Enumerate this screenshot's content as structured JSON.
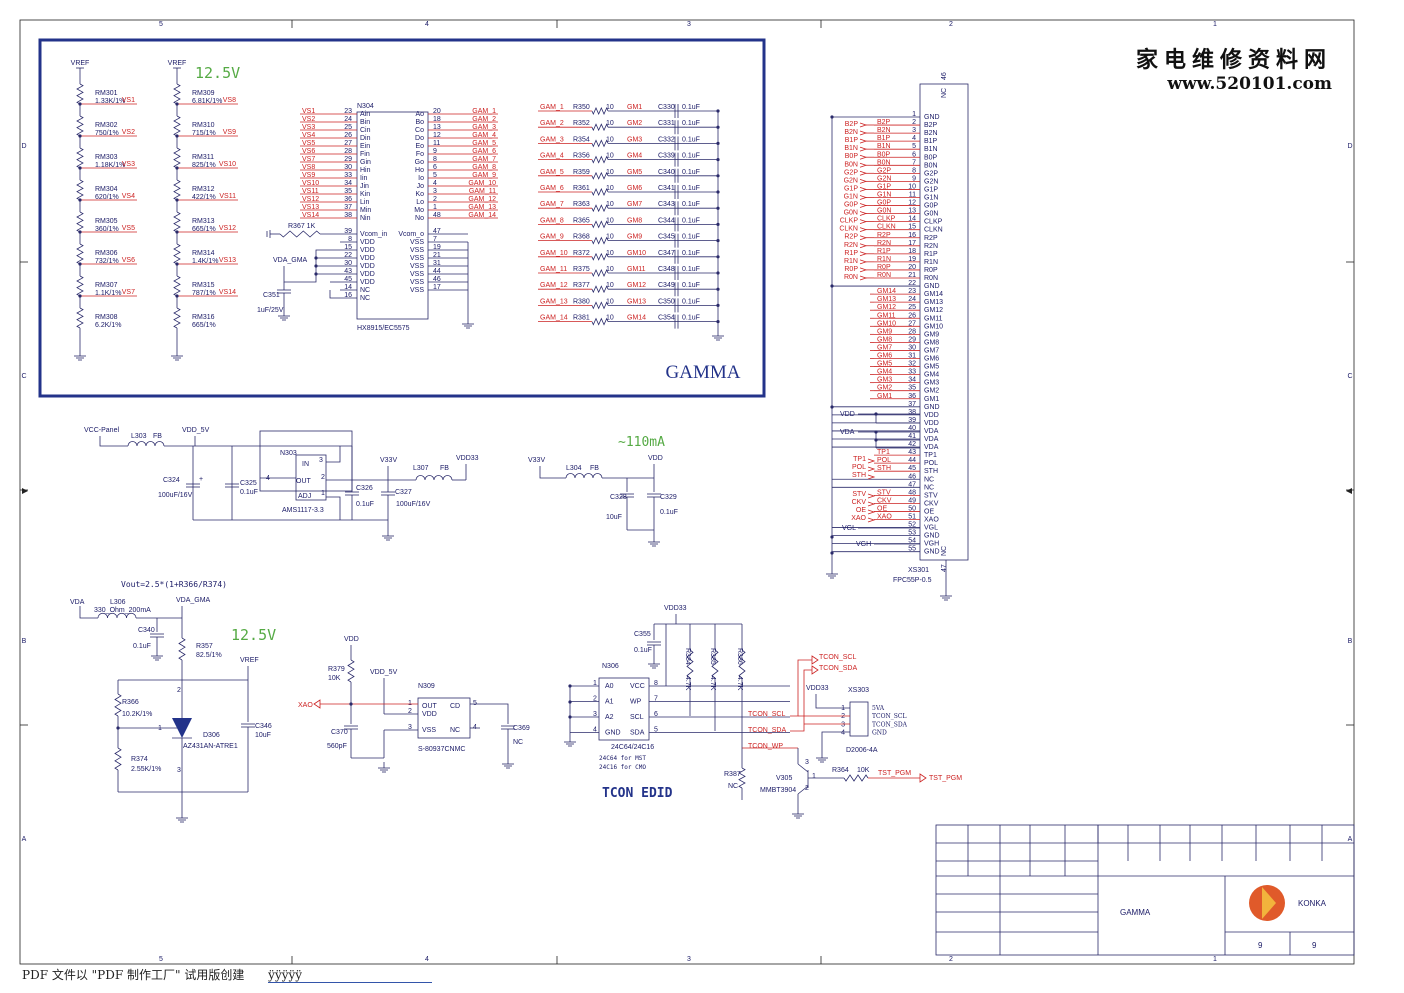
{
  "brand": {
    "cn": "家电维修资料网",
    "url": "www.520101.com"
  },
  "footer": {
    "text": "PDF 文件以 \"PDF 制作工厂\" 试用版创建",
    "link": "ÿÿÿÿÿ"
  },
  "frame": {
    "cols": [
      "5",
      "4",
      "3",
      "2",
      "1"
    ],
    "rows": [
      "D",
      "C",
      "B",
      "A"
    ]
  },
  "gamma_block": {
    "title": "GAMMA",
    "voltage": "12.5V",
    "vref": "VREF",
    "res_left": [
      {
        "ref": "RM301",
        "val": "1.33K/1%",
        "net": "VS1"
      },
      {
        "ref": "RM302",
        "val": "750/1%",
        "net": "VS2"
      },
      {
        "ref": "RM303",
        "val": "1.18K/1%",
        "net": "VS3"
      },
      {
        "ref": "RM304",
        "val": "620/1%",
        "net": "VS4"
      },
      {
        "ref": "RM305",
        "val": "360/1%",
        "net": "VS5"
      },
      {
        "ref": "RM306",
        "val": "732/1%",
        "net": "VS6"
      },
      {
        "ref": "RM307",
        "val": "1.1K/1%",
        "net": "VS7"
      },
      {
        "ref": "RM308",
        "val": "6.2K/1%",
        "net": ""
      }
    ],
    "res_right": [
      {
        "ref": "RM309",
        "val": "6.81K/1%",
        "net": "VS8"
      },
      {
        "ref": "RM310",
        "val": "715/1%",
        "net": "VS9"
      },
      {
        "ref": "RM311",
        "val": "825/1%",
        "net": "VS10"
      },
      {
        "ref": "RM312",
        "val": "422/1%",
        "net": "VS11"
      },
      {
        "ref": "RM313",
        "val": "665/1%",
        "net": "VS12"
      },
      {
        "ref": "RM314",
        "val": "1.4K/1%",
        "net": "VS13"
      },
      {
        "ref": "RM315",
        "val": "787/1%",
        "net": "VS14"
      },
      {
        "ref": "RM316",
        "val": "665/1%",
        "net": ""
      }
    ],
    "ic": {
      "ref": "N304",
      "part": "HX8915/EC5575",
      "left_nets": [
        "VS1",
        "VS2",
        "VS3",
        "VS4",
        "VS5",
        "VS6",
        "VS7",
        "VS8",
        "VS9",
        "VS10",
        "VS11",
        "VS12",
        "VS13",
        "VS14"
      ],
      "left_pins_num": [
        "23",
        "24",
        "25",
        "26",
        "27",
        "28",
        "29",
        "30",
        "33",
        "34",
        "35",
        "36",
        "37",
        "38"
      ],
      "left_pins": [
        "Ain",
        "Bin",
        "Cin",
        "Din",
        "Ein",
        "Fin",
        "Gin",
        "Hin",
        "Iin",
        "Jin",
        "Kin",
        "Lin",
        "Min",
        "Nin"
      ],
      "right_pins": [
        "Ao",
        "Bo",
        "Co",
        "Do",
        "Eo",
        "Fo",
        "Go",
        "Ho",
        "Io",
        "Jo",
        "Ko",
        "Lo",
        "Mo",
        "No"
      ],
      "right_pins_num": [
        "20",
        "18",
        "13",
        "12",
        "11",
        "9",
        "8",
        "6",
        "5",
        "4",
        "3",
        "2",
        "1",
        "48"
      ],
      "right_nets": [
        "GAM_1",
        "GAM_2",
        "GAM_3",
        "GAM_4",
        "GAM_5",
        "GAM_6",
        "GAM_7",
        "GAM_8",
        "GAM_9",
        "GAM_10",
        "GAM_11",
        "GAM_12",
        "GAM_13",
        "GAM_14"
      ],
      "lower_left_pins": [
        "Vcom_in",
        "VDD",
        "VDD",
        "VDD",
        "VDD",
        "VDD",
        "VDD",
        "NC",
        "NC"
      ],
      "lower_left_nums": [
        "39",
        "8",
        "15",
        "22",
        "30",
        "43",
        "45",
        "14",
        "16"
      ],
      "lower_right_pins": [
        "Vcom_o",
        "VSS",
        "VSS",
        "VSS",
        "VSS",
        "VSS",
        "VSS",
        "VSS"
      ],
      "lower_right_nums": [
        "47",
        "7",
        "19",
        "21",
        "31",
        "44",
        "46",
        "17"
      ],
      "r367": "R367  1K",
      "vda_gma": "VDA_GMA",
      "c351": "C351",
      "c351_val": "1uF/25V"
    },
    "gam_rows": [
      {
        "net": "GAM_1",
        "r": "R350",
        "rv": "10",
        "gm": "GM1",
        "c": "C330",
        "cv": "0.1uF"
      },
      {
        "net": "GAM_2",
        "r": "R352",
        "rv": "10",
        "gm": "GM2",
        "c": "C331",
        "cv": "0.1uF"
      },
      {
        "net": "GAM_3",
        "r": "R354",
        "rv": "10",
        "gm": "GM3",
        "c": "C332",
        "cv": "0.1uF"
      },
      {
        "net": "GAM_4",
        "r": "R356",
        "rv": "10",
        "gm": "GM4",
        "c": "C339",
        "cv": "0.1uF"
      },
      {
        "net": "GAM_5",
        "r": "R359",
        "rv": "10",
        "gm": "GM5",
        "c": "C340",
        "cv": "0.1uF"
      },
      {
        "net": "GAM_6",
        "r": "R361",
        "rv": "10",
        "gm": "GM6",
        "c": "C341",
        "cv": "0.1uF"
      },
      {
        "net": "GAM_7",
        "r": "R363",
        "rv": "10",
        "gm": "GM7",
        "c": "C343",
        "cv": "0.1uF"
      },
      {
        "net": "GAM_8",
        "r": "R365",
        "rv": "10",
        "gm": "GM8",
        "c": "C344",
        "cv": "0.1uF"
      },
      {
        "net": "GAM_9",
        "r": "R368",
        "rv": "10",
        "gm": "GM9",
        "c": "C345",
        "cv": "0.1uF"
      },
      {
        "net": "GAM_10",
        "r": "R372",
        "rv": "10",
        "gm": "GM10",
        "c": "C347",
        "cv": "0.1uF"
      },
      {
        "net": "GAM_11",
        "r": "R375",
        "rv": "10",
        "gm": "GM11",
        "c": "C348",
        "cv": "0.1uF"
      },
      {
        "net": "GAM_12",
        "r": "R377",
        "rv": "10",
        "gm": "GM12",
        "c": "C349",
        "cv": "0.1uF"
      },
      {
        "net": "GAM_13",
        "r": "R380",
        "rv": "10",
        "gm": "GM13",
        "c": "C350",
        "cv": "0.1uF"
      },
      {
        "net": "GAM_14",
        "r": "R381",
        "rv": "10",
        "gm": "GM14",
        "c": "C354",
        "cv": "0.1uF"
      }
    ]
  },
  "power_block": {
    "vcc_panel": "VCC-Panel",
    "l303": "L303",
    "fb1": "FB",
    "vdd5v": "VDD_5V",
    "n303": "N303",
    "ams": "AMS1117-3.3",
    "c324": "C324",
    "c324_val": "100uF/16V",
    "c325": "C325",
    "c325_val": "0.1uF",
    "c326": "C326",
    "c326_val": "0.1uF",
    "c327": "C327",
    "c327_val": "100uF/16V",
    "v33v": "V33V",
    "l307": "L307",
    "fb2": "FB",
    "vdd33": "VDD33",
    "pin_in": "IN",
    "pin_out": "OUT",
    "pin_adj": "ADJ",
    "p3": "3",
    "p2": "2",
    "p1": "1",
    "p4": "4"
  },
  "vdd_block": {
    "current": "~110mA",
    "v33v": "V33V",
    "l304": "L304",
    "fb": "FB",
    "vdd": "VDD",
    "c328": "C328",
    "c328_val": "10uF",
    "c329": "C329",
    "c329_val": "0.1uF"
  },
  "vgma_block": {
    "formula": "Vout=2.5*(1+R366/R374)",
    "voltage": "12.5V",
    "vda": "VDA",
    "l306": "L306",
    "l306_val": "330_Ohm_200mA",
    "vda_gma": "VDA_GMA",
    "c340": "C340",
    "c340_val": "0.1uF",
    "r357": "R357",
    "r357_val": "82.5/1%",
    "vref": "VREF",
    "r366": "R366",
    "r366_val": "10.2K/1%",
    "r374": "R374",
    "r374_val": "2.55K/1%",
    "d306": "D306",
    "d306_part": "AZ431AN-ATRE1",
    "c346": "C346",
    "c346_val": "10uF",
    "p1": "1",
    "p2": "2",
    "p3": "3"
  },
  "osc_block": {
    "vdd": "VDD",
    "r379": "R379",
    "r379_val": "10K",
    "vdd5v": "VDD_5V",
    "n309": "N309",
    "xao": "XAO",
    "c370": "C370",
    "c370_val": "560pF",
    "part": "S-80937CNMC",
    "c369": "C369",
    "c369_val": "NC",
    "pins_l": [
      "OUT",
      "VDD",
      "VSS"
    ],
    "pins_r": [
      "CD",
      "NC"
    ],
    "nums_l": [
      "1",
      "2",
      "3"
    ],
    "nums_r": [
      "5",
      "4"
    ]
  },
  "edid_block": {
    "title": "TCON  EDID",
    "vdd33": "VDD33",
    "c355": "C355",
    "c355_val": "0.1uF",
    "n306": "N306",
    "part": "24C64/24C16",
    "pins_l": [
      "A0",
      "A1",
      "A2",
      "GND"
    ],
    "pins_r": [
      "VCC",
      "WP",
      "SCL",
      "SDA"
    ],
    "nums_l": [
      "1",
      "2",
      "3",
      "4"
    ],
    "nums_r": [
      "8",
      "7",
      "6",
      "5"
    ],
    "note1": "24C64 for MST",
    "note2": "24C16 for CMO",
    "r384": "R384",
    "r385": "R385",
    "r386": "R386",
    "rval": "4.7K",
    "tcon_scl": "TCON_SCL",
    "tcon_sda": "TCON_SDA",
    "tcon_wp": "TCON_WP",
    "xs303": "XS303",
    "vdd33b": "VDD33",
    "conn": "D2006-4A",
    "conn_pins": [
      "5VA",
      "TCON_SCL",
      "TCON_SDA",
      "GND"
    ],
    "conn_nums": [
      "1",
      "2",
      "3",
      "4"
    ],
    "r387": "R387",
    "r387_val": "NC",
    "v305": "V305",
    "mmbt": "MMBT3904",
    "r364": "R364",
    "r364_val": "10K",
    "tst_pgm": "TST_PGM"
  },
  "connector": {
    "ref": "XS301",
    "part": "FPC55P-0.5",
    "nc_top": "NC",
    "nc_bot": "NC",
    "n46": "46",
    "n47": "47",
    "pins": [
      [
        "1",
        "GND",
        ""
      ],
      [
        "2",
        "B2P",
        "B2P"
      ],
      [
        "3",
        "B2N",
        "B2N"
      ],
      [
        "4",
        "B1P",
        "B1P"
      ],
      [
        "5",
        "B1N",
        "B1N"
      ],
      [
        "6",
        "B0P",
        "B0P"
      ],
      [
        "7",
        "B0N",
        "B0N"
      ],
      [
        "8",
        "G2P",
        "G2P"
      ],
      [
        "9",
        "G2N",
        "G2N"
      ],
      [
        "10",
        "G1P",
        "G1P"
      ],
      [
        "11",
        "G1N",
        "G1N"
      ],
      [
        "12",
        "G0P",
        "G0P"
      ],
      [
        "13",
        "G0N",
        "G0N"
      ],
      [
        "14",
        "CLKP",
        "CLKP"
      ],
      [
        "15",
        "CLKN",
        "CLKN"
      ],
      [
        "16",
        "R2P",
        "R2P"
      ],
      [
        "17",
        "R2N",
        "R2N"
      ],
      [
        "18",
        "R1P",
        "R1P"
      ],
      [
        "19",
        "R1N",
        "R1N"
      ],
      [
        "20",
        "R0P",
        "R0P"
      ],
      [
        "21",
        "R0N",
        "R0N"
      ],
      [
        "22",
        "GND",
        ""
      ],
      [
        "23",
        "GM14",
        "GM14"
      ],
      [
        "24",
        "GM13",
        "GM13"
      ],
      [
        "25",
        "GM12",
        "GM12"
      ],
      [
        "26",
        "GM11",
        "GM11"
      ],
      [
        "27",
        "GM10",
        "GM10"
      ],
      [
        "28",
        "GM9",
        "GM9"
      ],
      [
        "29",
        "GM8",
        "GM8"
      ],
      [
        "30",
        "GM7",
        "GM7"
      ],
      [
        "31",
        "GM6",
        "GM6"
      ],
      [
        "32",
        "GM5",
        "GM5"
      ],
      [
        "33",
        "GM4",
        "GM4"
      ],
      [
        "34",
        "GM3",
        "GM3"
      ],
      [
        "35",
        "GM2",
        "GM2"
      ],
      [
        "36",
        "GM1",
        "GM1"
      ],
      [
        "37",
        "GND",
        ""
      ],
      [
        "38",
        "VDD",
        ""
      ],
      [
        "39",
        "VDD",
        ""
      ],
      [
        "40",
        "VDA",
        ""
      ],
      [
        "41",
        "VDA",
        ""
      ],
      [
        "42",
        "VDA",
        ""
      ],
      [
        "43",
        "TP1",
        "TP1"
      ],
      [
        "44",
        "POL",
        "POL"
      ],
      [
        "45",
        "STH",
        "STH"
      ],
      [
        "46",
        "NC",
        ""
      ],
      [
        "47",
        "NC",
        ""
      ],
      [
        "48",
        "STV",
        "STV"
      ],
      [
        "49",
        "CKV",
        "CKV"
      ],
      [
        "50",
        "OE",
        "OE"
      ],
      [
        "51",
        "XAO",
        "XAO"
      ],
      [
        "52",
        "VGL",
        ""
      ],
      [
        "53",
        "GND",
        ""
      ],
      [
        "54",
        "VGH",
        ""
      ],
      [
        "55",
        "GND",
        ""
      ]
    ],
    "left_nets": [
      "B2P",
      "B2N",
      "B1P",
      "B1N",
      "B0P",
      "B0N",
      "G2P",
      "G2N",
      "G1P",
      "G1N",
      "G0P",
      "G0N",
      "CLKP",
      "CLKN",
      "R2P",
      "R2N",
      "R1P",
      "R1N",
      "R0P",
      "R0N"
    ],
    "vdd": "VDD",
    "vda": "VDA",
    "tp1": "TP1",
    "pol": "POL",
    "sth": "STH",
    "stv": "STV",
    "ckv": "CKV",
    "oe": "OE",
    "xao": "XAO",
    "vgl": "VGL",
    "vgh": "VGH"
  },
  "title_block": {
    "title": "GAMMA",
    "company": "KONKA",
    "sheet": "9",
    "total": "9"
  }
}
